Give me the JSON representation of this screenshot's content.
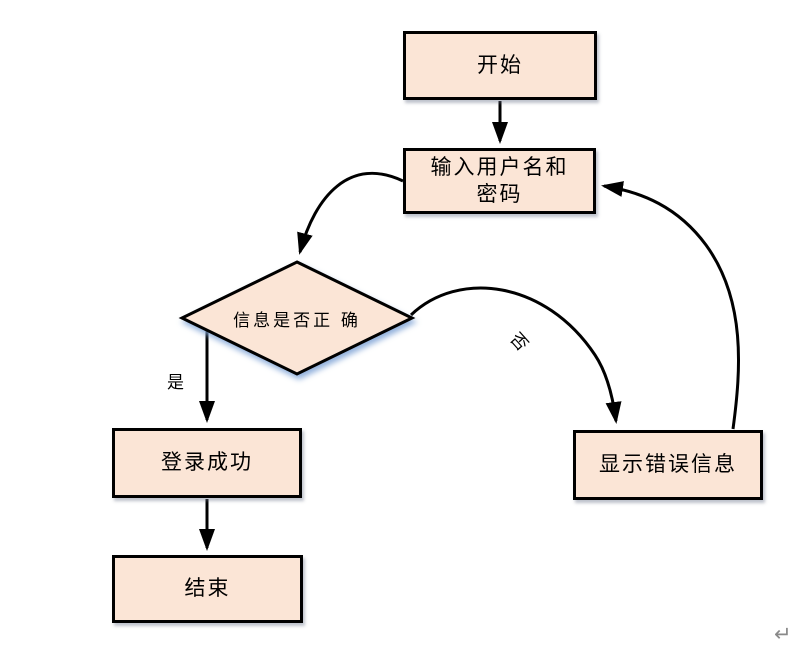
{
  "flowchart": {
    "title": "login-process-flowchart",
    "nodes": {
      "start": {
        "label": "开始",
        "type": "process"
      },
      "input": {
        "label": "输入用户名和密码",
        "type": "process"
      },
      "decision": {
        "label": "信息是否正 确",
        "type": "decision"
      },
      "success": {
        "label": "登录成功",
        "type": "process"
      },
      "end": {
        "label": "结束",
        "type": "process"
      },
      "error": {
        "label": "显示错误信息",
        "type": "process"
      }
    },
    "edges": [
      {
        "from": "start",
        "to": "input",
        "label": ""
      },
      {
        "from": "input",
        "to": "decision",
        "label": ""
      },
      {
        "from": "decision",
        "to": "success",
        "label": "是"
      },
      {
        "from": "decision",
        "to": "error",
        "label": "否"
      },
      {
        "from": "error",
        "to": "input",
        "label": ""
      },
      {
        "from": "success",
        "to": "end",
        "label": ""
      }
    ],
    "colors": {
      "node_fill": "#FBE5D6",
      "node_border": "#000000",
      "arrow": "#000000",
      "diamond_shadow": "#7FA3D6",
      "paragraph_mark_color": "#8A8A8A"
    },
    "paragraph_mark": "↵"
  }
}
